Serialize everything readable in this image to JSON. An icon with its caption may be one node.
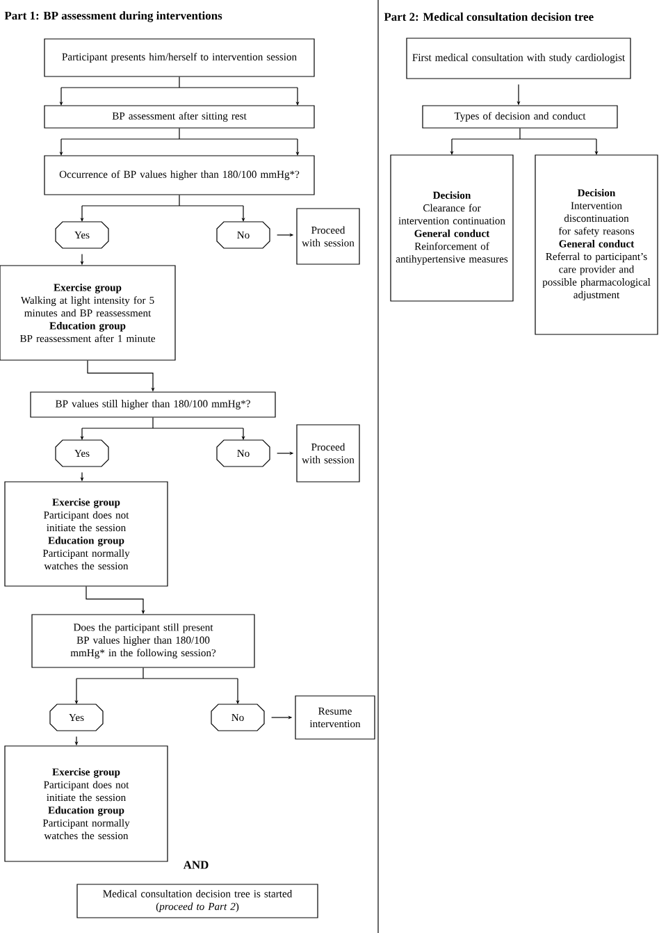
{
  "diagram": {
    "nodes": [
      {
        "text": [
          "Participant presents him/herself to intervention session"
        ]
      },
      {
        "text": [
          "BP assessment after sitting rest"
        ]
      },
      {
        "text": [
          "Occurrence of BP values higher than 180/100 mmHg*?"
        ]
      },
      {
        "text": [
          "Yes"
        ]
      },
      {
        "text": [
          "No"
        ]
      },
      {
        "text": [
          "Proceed with session"
        ]
      },
      {
        "text": [
          "Exercise group",
          "Walking at light intensity for 5 minutes and BP reassessment",
          "Education group",
          "BP reassessment after 1 minute"
        ]
      },
      {
        "text": [
          "BP values still higher than 180/100 mmHg*?"
        ]
      },
      {
        "text": [
          "Yes"
        ]
      },
      {
        "text": [
          "No"
        ]
      },
      {
        "text": [
          "Proceed with session"
        ]
      },
      {
        "text": [
          "Exercise group",
          "Participant does not initiate the session",
          "Education group",
          "Participant normally watches the session"
        ]
      },
      {
        "text": [
          "Does the participant still present BP values higher than 180/100 mmHg* in the following session?"
        ]
      },
      {
        "text": [
          "Yes"
        ]
      },
      {
        "text": [
          "No"
        ]
      },
      {
        "text": [
          "Resume intervention"
        ]
      },
      {
        "text": [
          "Exercise group",
          "Participant does not initiate the session",
          "Education group",
          "Participant normally watches the session"
        ]
      },
      {
        "text": [
          "Medical consultation decision tree is started",
          "(*proceed to Part 2*)"
        ]
      },
      {
        "text": [
          "First medical consultation with study cardiologist"
        ]
      },
      {
        "text": [
          "Types of decision and conduct"
        ]
      },
      {
        "text": [
          "Decision",
          "Clearance for intervention continuation",
          "General conduct",
          "Reinforcement of antihypertensive measures"
        ]
      },
      {
        "text": [
          "Decision",
          "Intervention discontinuation for safety reasons",
          "General conduct",
          "Referral to participant’s care provider and possible pharmacological adjustment"
        ]
      }
    ],
    "edges": [
      {
        "from": 0,
        "to": 1,
        "arrow": "to"
      },
      {
        "from": 1,
        "to": 2,
        "arrow": "to"
      },
      {
        "from": 2,
        "to": 3,
        "arrow": "to"
      },
      {
        "from": 2,
        "to": 4,
        "arrow": "to"
      },
      {
        "from": 4,
        "to": 5,
        "arrow": "to"
      },
      {
        "from": 3,
        "to": 6,
        "arrow": "to"
      },
      {
        "from": 6,
        "to": 7,
        "arrow": "to"
      },
      {
        "from": 7,
        "to": 8,
        "arrow": "to"
      },
      {
        "from": 7,
        "to": 9,
        "arrow": "to"
      },
      {
        "from": 9,
        "to": 10,
        "arrow": "to"
      },
      {
        "from": 8,
        "to": 11,
        "arrow": "to"
      },
      {
        "from": 11,
        "to": 12,
        "arrow": "to"
      },
      {
        "from": 12,
        "to": 13,
        "arrow": "to"
      },
      {
        "from": 12,
        "to": 14,
        "arrow": "to"
      },
      {
        "from": 14,
        "to": 15,
        "arrow": "to"
      },
      {
        "from": 13,
        "to": 16,
        "arrow": "to"
      },
      {
        "from": 18,
        "to": 19,
        "arrow": "to"
      },
      {
        "from": 19,
        "to": 20,
        "arrow": "to"
      },
      {
        "from": 19,
        "to": 21,
        "arrow": "to"
      }
    ],
    "labels": [
      "Part 1: BP assessment during interventions",
      "Part 2: Medical consultation decision tree",
      "AND"
    ]
  }
}
